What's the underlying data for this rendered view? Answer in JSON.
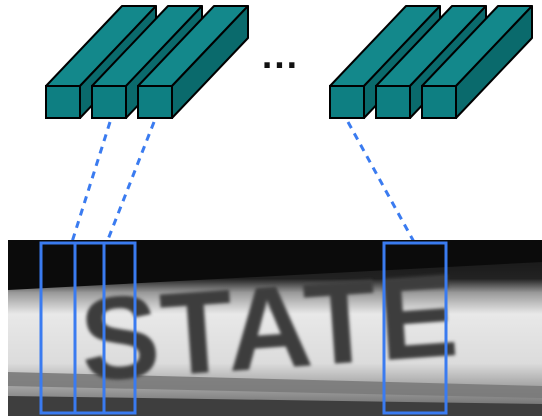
{
  "diagram": {
    "ellipsis_text": "...",
    "image_word": "STATE",
    "feature_columns": {
      "left_group_count": 3,
      "right_group_count": 3,
      "colors": {
        "front": "#0e7f82",
        "top": "#13888b",
        "side": "#0a6a6c",
        "outline": "#000000"
      }
    },
    "windows": {
      "count": 4,
      "color": "#3a7bf0"
    },
    "connectors": {
      "style": "dashed",
      "color": "#3a7bf0"
    },
    "image_strip": {
      "background": "#000000",
      "band_light": "#e6e6e6",
      "band_dark": "#8a8a8a",
      "letter_color": "#3d3d3d"
    }
  }
}
